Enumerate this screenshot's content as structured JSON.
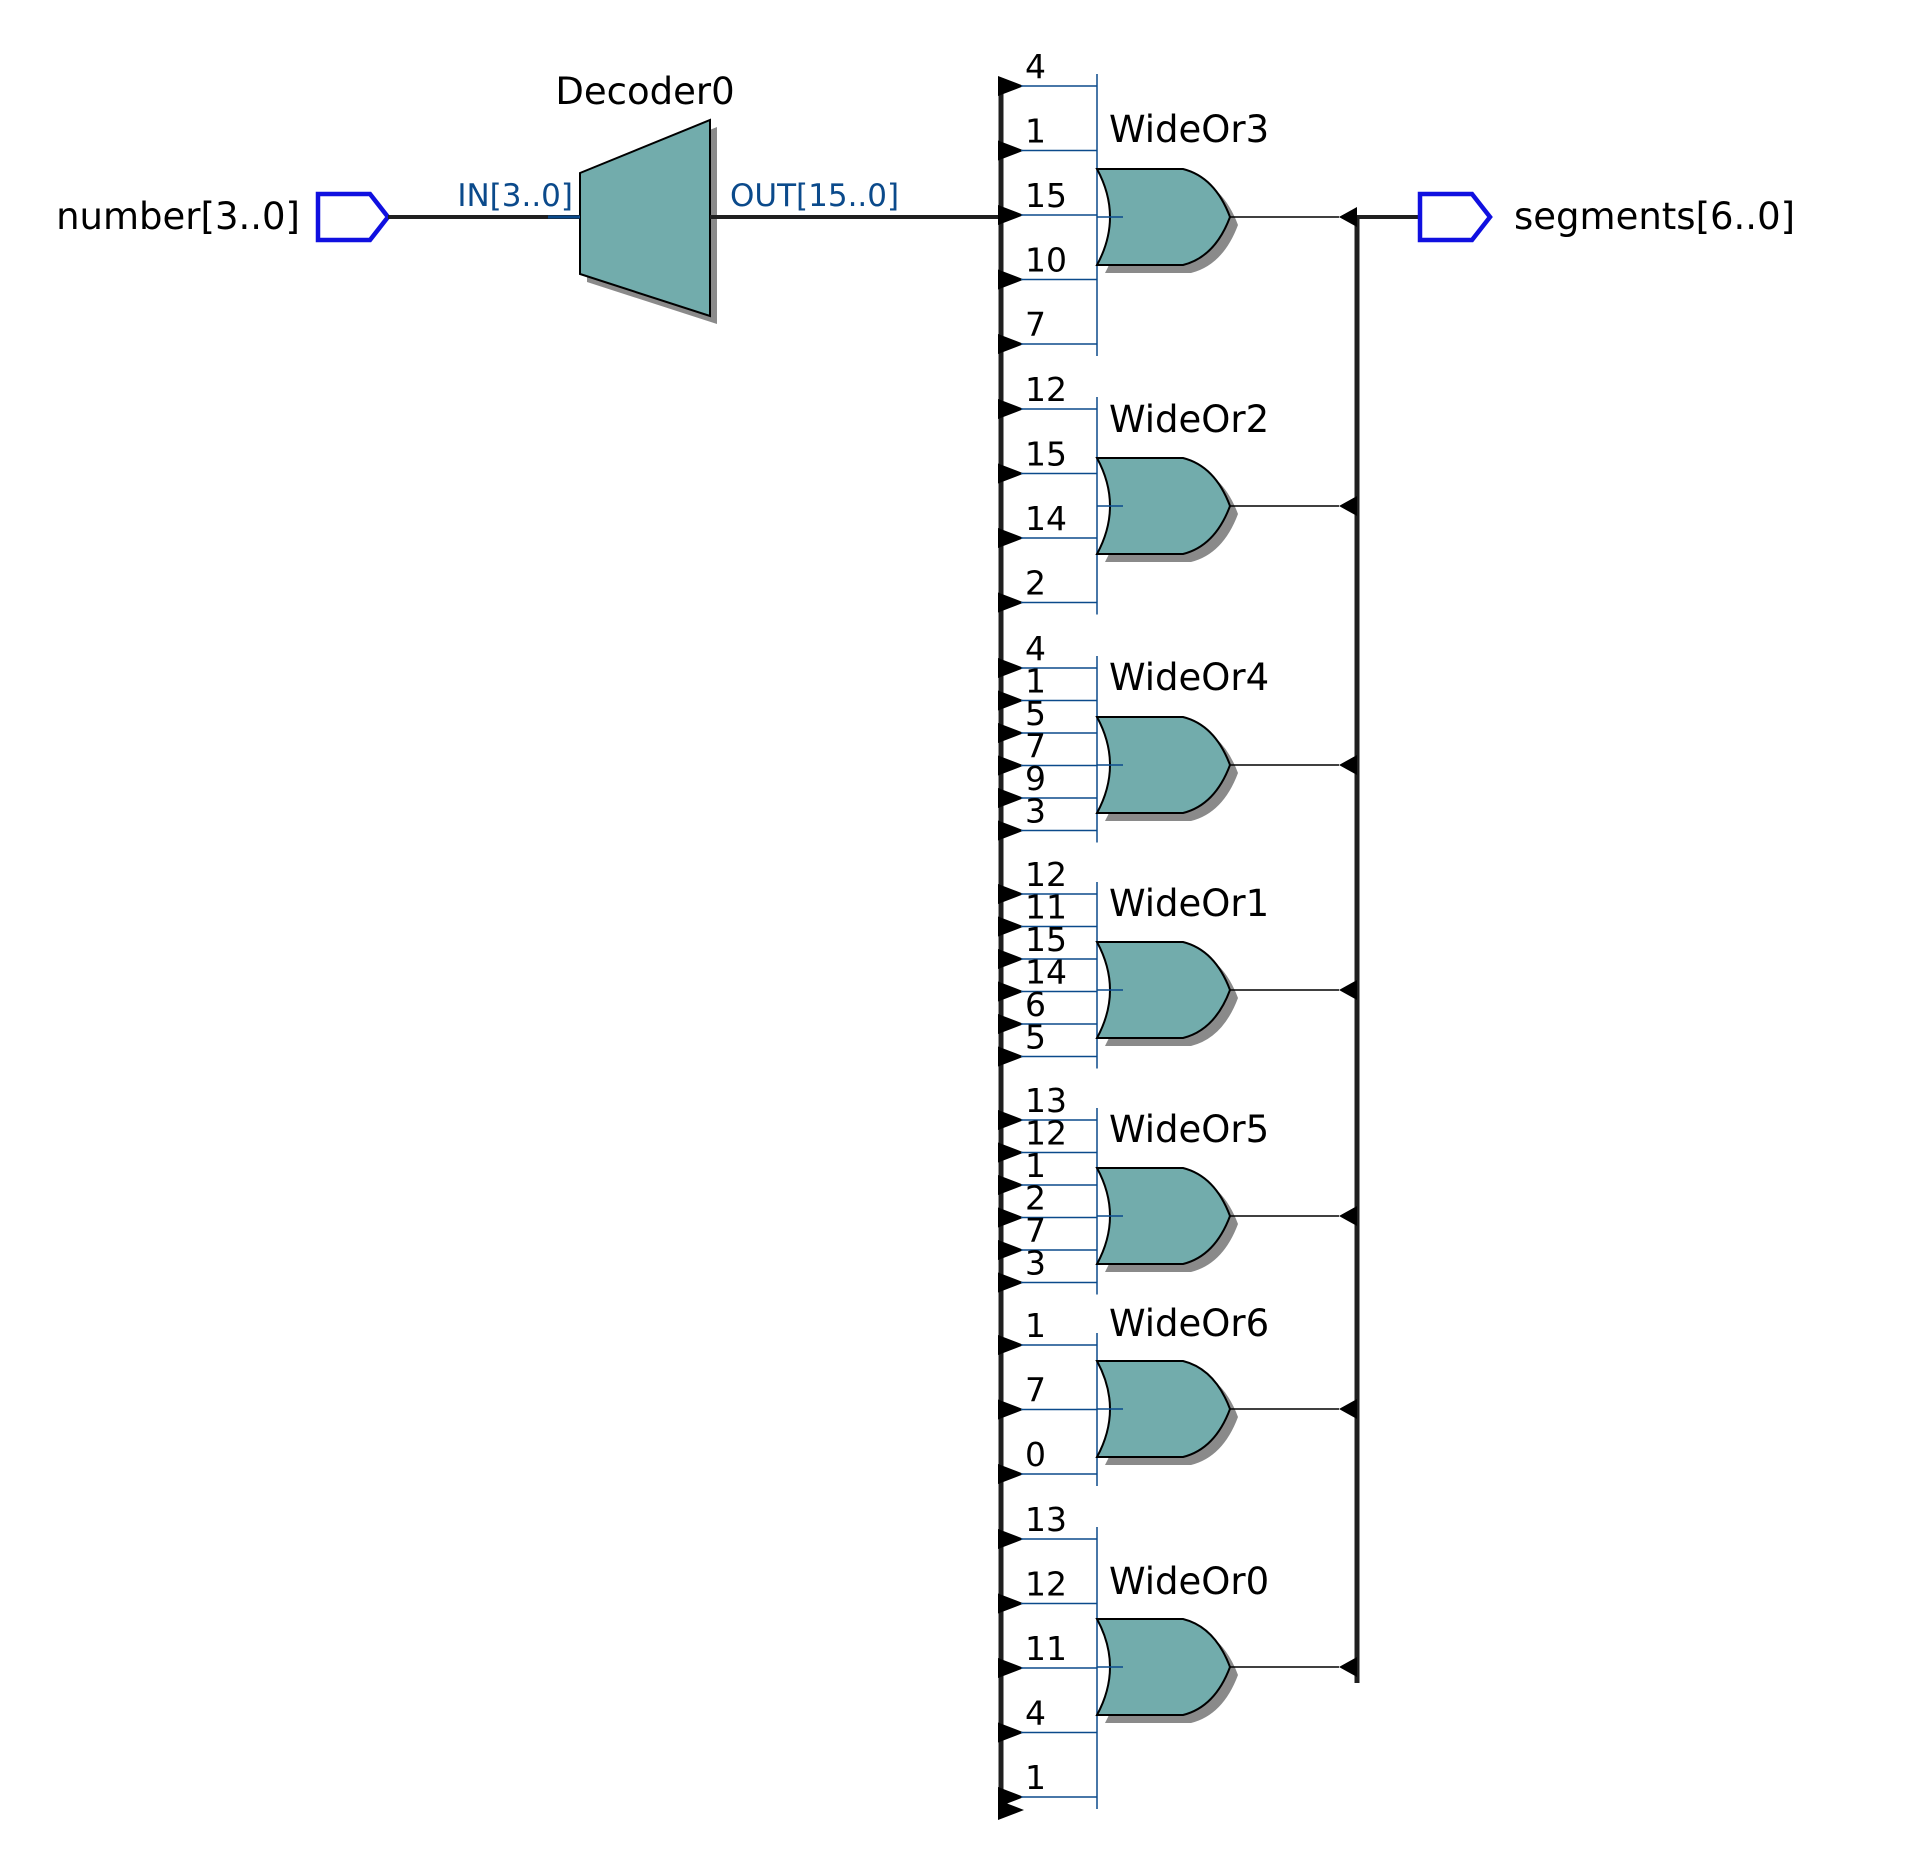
{
  "colors": {
    "gate_fill": "#72acac",
    "io_port": "#1010e0",
    "port_label": "#0b4a8b",
    "bus": "#1f1f1f"
  },
  "input_port": {
    "label": "number[3..0]",
    "icon": "input-pin-icon"
  },
  "output_port": {
    "label": "segments[6..0]",
    "icon": "output-pin-icon"
  },
  "decoder": {
    "name": "Decoder0",
    "in_label": "IN[3..0]",
    "out_label": "OUT[15..0]"
  },
  "gates": [
    {
      "name": "WideOr3",
      "inputs": [
        "4",
        "1",
        "15",
        "10",
        "7"
      ]
    },
    {
      "name": "WideOr2",
      "inputs": [
        "12",
        "15",
        "14",
        "2"
      ]
    },
    {
      "name": "WideOr4",
      "inputs": [
        "4",
        "1",
        "5",
        "7",
        "9",
        "3"
      ]
    },
    {
      "name": "WideOr1",
      "inputs": [
        "12",
        "11",
        "15",
        "14",
        "6",
        "5"
      ]
    },
    {
      "name": "WideOr5",
      "inputs": [
        "13",
        "12",
        "1",
        "2",
        "7",
        "3"
      ]
    },
    {
      "name": "WideOr6",
      "inputs": [
        "1",
        "7",
        "0"
      ]
    },
    {
      "name": "WideOr0",
      "inputs": [
        "13",
        "12",
        "11",
        "4",
        "1"
      ]
    }
  ]
}
